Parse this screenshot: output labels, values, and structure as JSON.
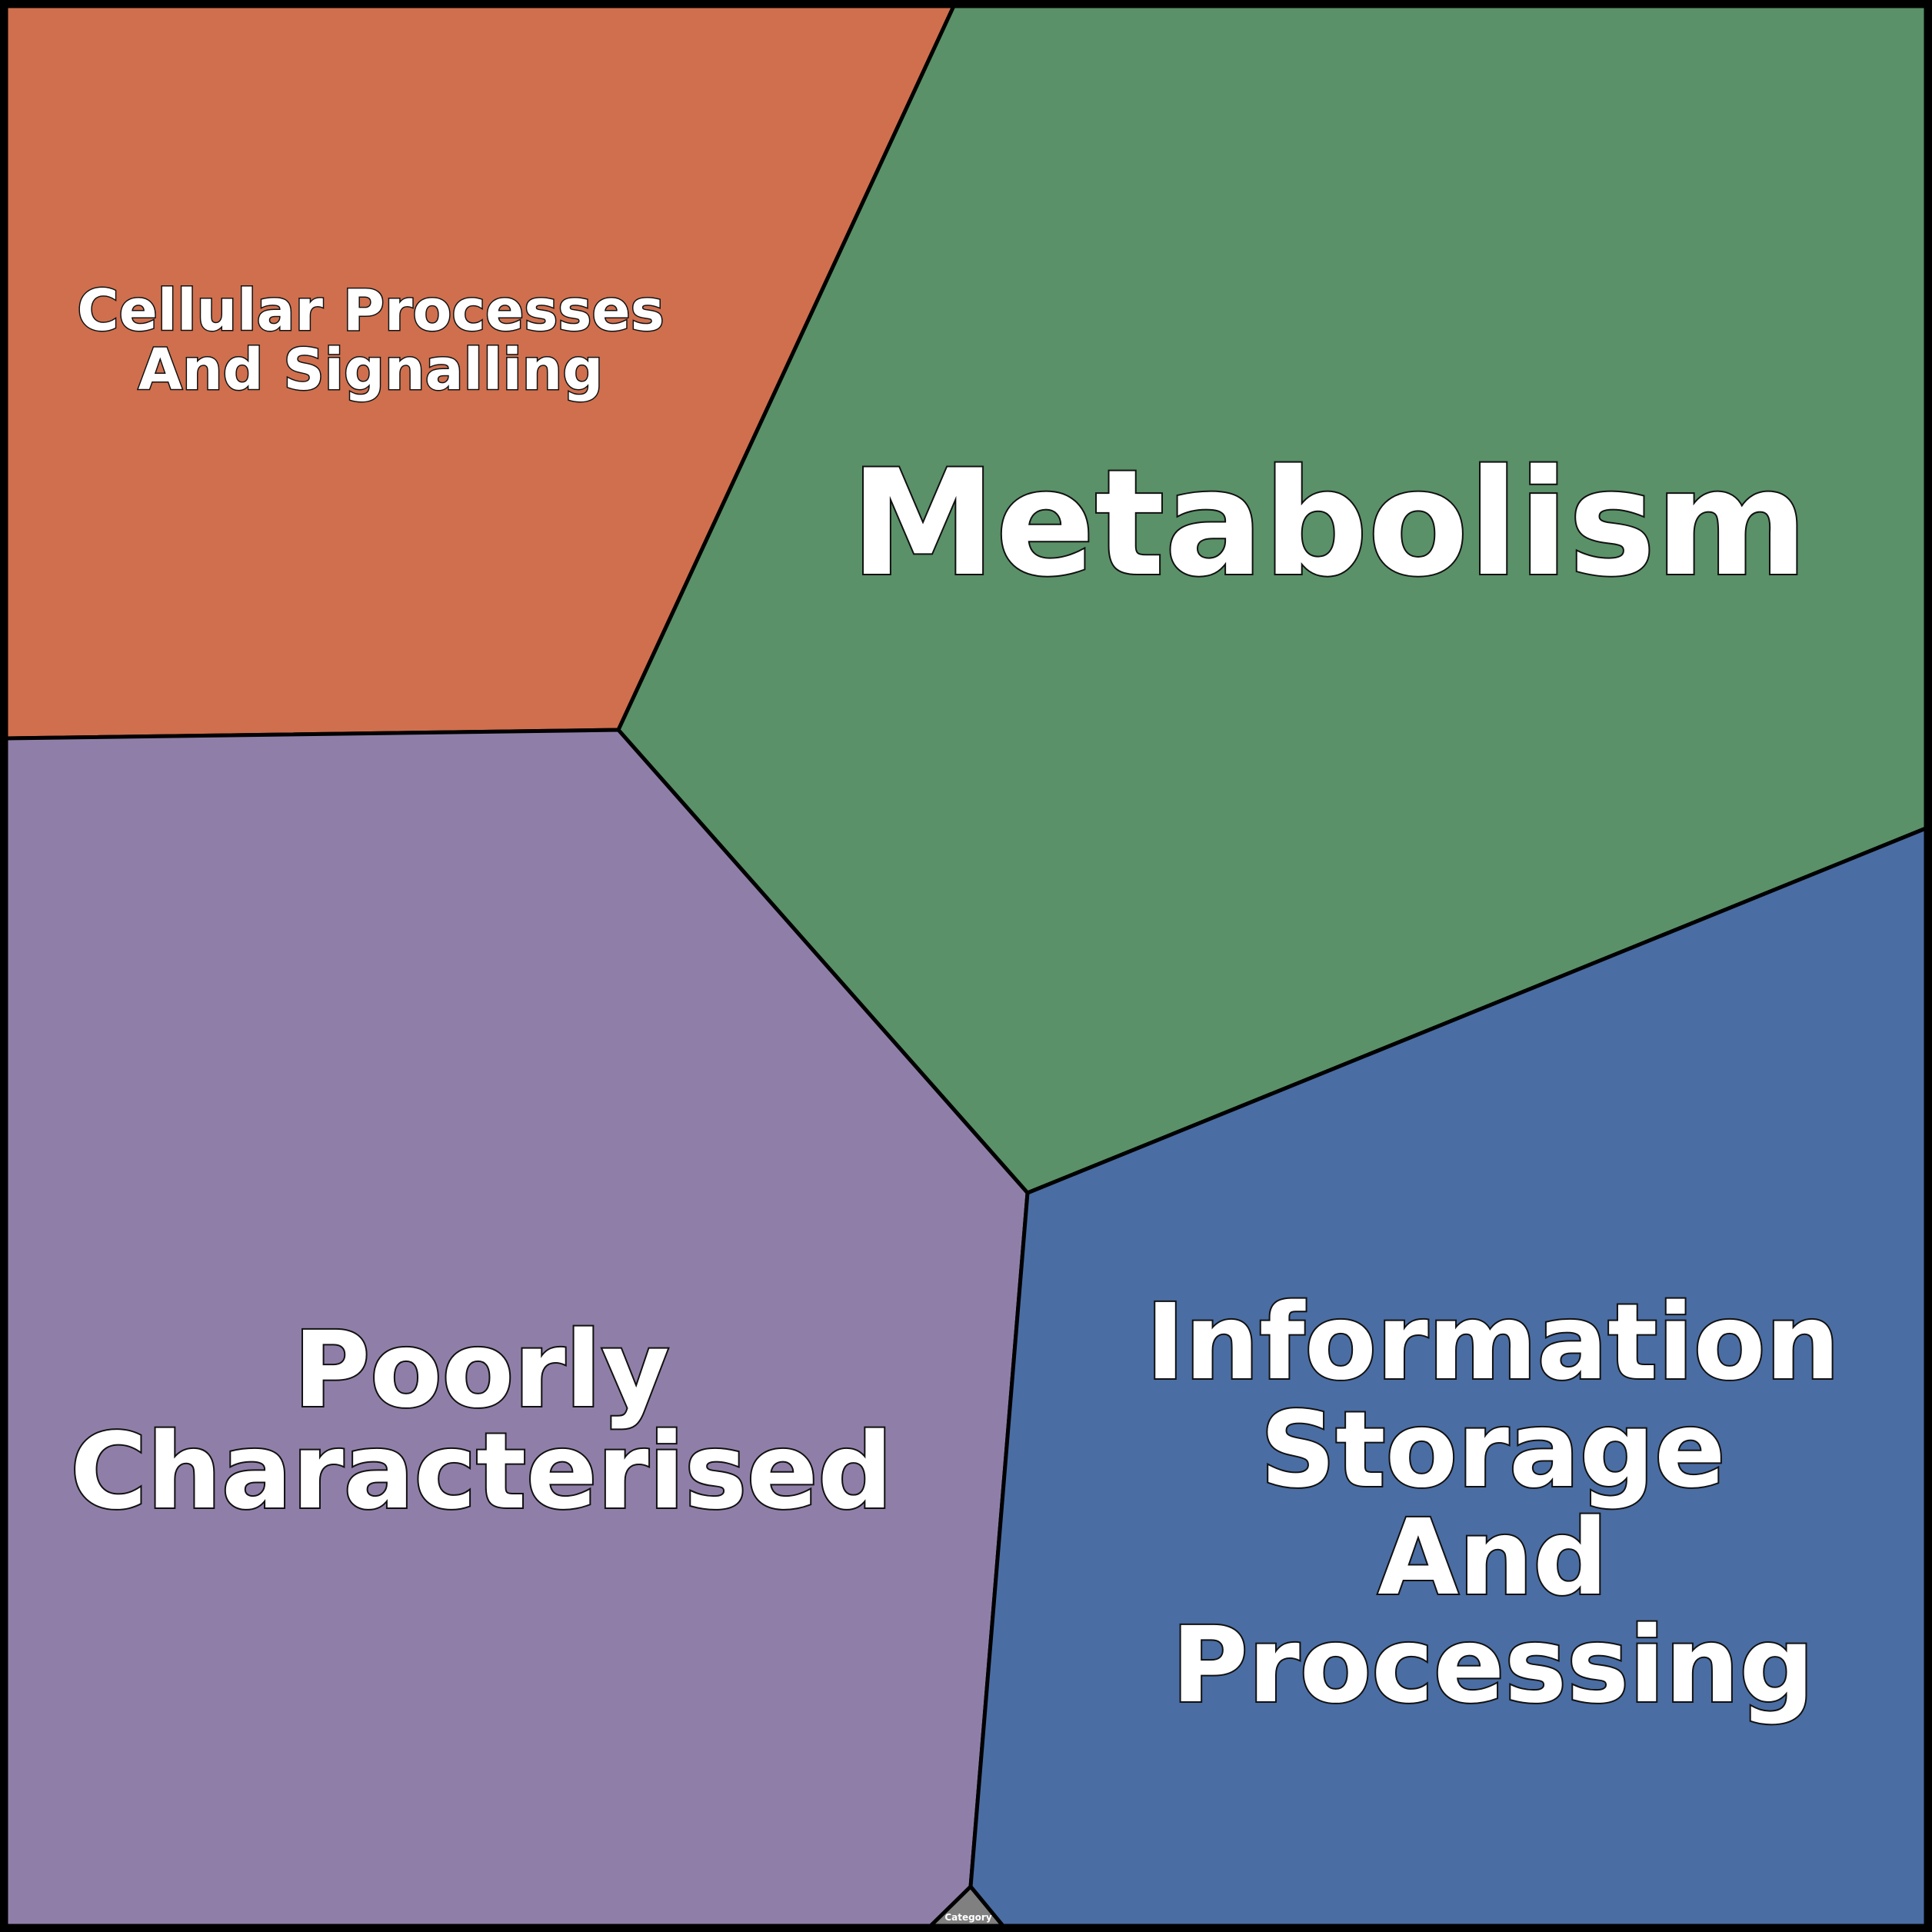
{
  "chart_data": {
    "type": "voronoi-treemap",
    "title": "",
    "cells": [
      {
        "label": "Cellular Processes And Signalling",
        "lines": [
          "Cellular Processes",
          "And Signalling"
        ],
        "color": "#CF6F4E"
      },
      {
        "label": "Metabolism",
        "lines": [
          "Metabolism"
        ],
        "color": "#5A9168"
      },
      {
        "label": "Poorly Characterised",
        "lines": [
          "Poorly",
          "Characterised"
        ],
        "color": "#8F7FA8"
      },
      {
        "label": "Information Storage And Processing",
        "lines": [
          "Information",
          "Storage",
          "And",
          "Processing"
        ],
        "color": "#4A6DA3"
      },
      {
        "label": "Category",
        "lines": [
          "Category"
        ],
        "color": "#808080"
      }
    ],
    "border_color": "#000000"
  }
}
